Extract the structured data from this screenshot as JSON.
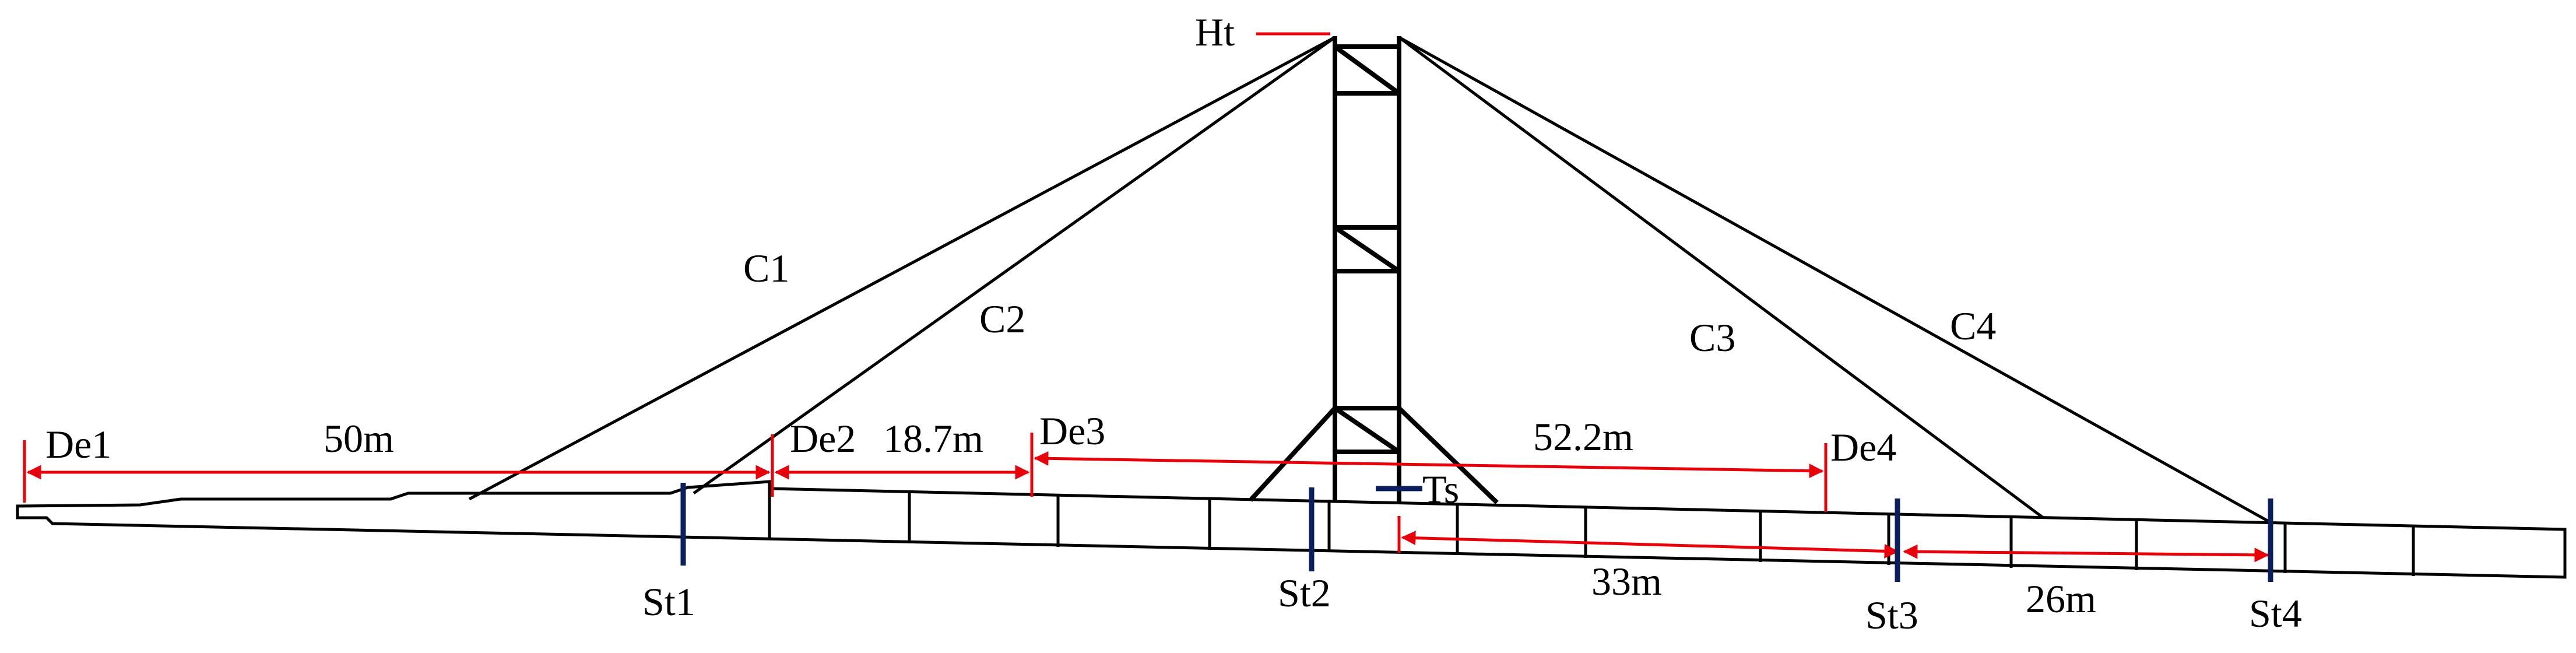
{
  "colors": {
    "structure": "#000000",
    "dimension": "#e8000b",
    "sensor": "#0a1f5c"
  },
  "labels": {
    "ht": "Ht",
    "ts": "Ts",
    "cables": {
      "c1": "C1",
      "c2": "C2",
      "c3": "C3",
      "c4": "C4"
    },
    "deflection": {
      "de1": "De1",
      "de2": "De2",
      "de3": "De3",
      "de4": "De4"
    },
    "strain": {
      "st1": "St1",
      "st2": "St2",
      "st3": "St3",
      "st4": "St4"
    },
    "dims": {
      "d1": "50m",
      "d2": "18.7m",
      "d3": "52.2m",
      "d4": "33m",
      "d5": "26m"
    }
  }
}
